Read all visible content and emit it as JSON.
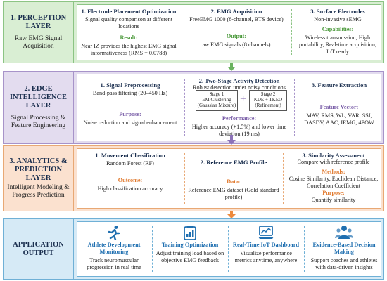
{
  "layers": [
    {
      "title": "1. PERCEPTION LAYER",
      "subtitle": "Raw EMG Signal Acquisition",
      "columns": [
        {
          "title": "1. Electrode Placement Optimization",
          "text": "Signal quality comparison at different locations",
          "highlight_label": "Result:",
          "highlight_text": "Near IZ provides the highest EMG signal informativeness (RMS = 0.0788)"
        },
        {
          "title": "2. EMG Acquisition",
          "text": "FreeEMG 1000 (8-channel, BTS device)",
          "highlight_label": "Output:",
          "highlight_text": "aw EMG signals (8 channels)"
        },
        {
          "title": "3. Surface Electrodes",
          "text": "Non-invasive sEMG",
          "highlight_label": "Capabilities:",
          "highlight_text": "Wireless transmission, High portability, Real-time acquisition, IoT ready"
        }
      ]
    },
    {
      "title": "2. EDGE INTELLIGENCE LAYER",
      "subtitle": "Signal Processing & Feature Engineering",
      "columns": [
        {
          "title": "1. Signal Preprocessing",
          "text": "Band-pass filtering (20–450 Hz)",
          "highlight_label": "Purpose:",
          "highlight_text": "Noise reduction and signal enhancement"
        },
        {
          "title": "2. Two-Stage Activity Detection",
          "text": "Robust detection under noisy conditions",
          "stage1": "Stage 1\nEM Clustering\n(Gaussian Mixture)",
          "stage2": "Stage 2\nKDE + TKEO\n(Refinement)",
          "highlight_label": "Performance:",
          "highlight_text": "Higher accuracy (+1.5%) and lower time deviation (19 ms)"
        },
        {
          "title": "3. Feature Extraction",
          "text": "",
          "highlight_label": "Feature Vector:",
          "highlight_text": "MAV, RMS, WL, VAR, SSI, DASDV, AAC, IEMG, 4POW"
        }
      ]
    },
    {
      "title": "3. ANALYTICS & PREDICTION LAYER",
      "subtitle": "Intelligent Modeling & Progress Prediction",
      "columns": [
        {
          "title": "1. Movement Classification",
          "text": "Random Forest (RF)",
          "highlight_label": "Outcome:",
          "highlight_text": "High classification accuracy"
        },
        {
          "title": "2. Reference EMG Profile",
          "text": "",
          "highlight_label": "Data:",
          "highlight_text": "Reference EMG dataset (Gold standard profile)"
        },
        {
          "title": "3. Similarity Assessment",
          "text": "Compare with reference profile",
          "highlight_label": "Methods:",
          "highlight_text": "Cosine Similarity, Euclidean Distance, Correlation Coefficient",
          "highlight_label2": "Purpose:",
          "highlight_text2": "Quantify similarity"
        }
      ]
    },
    {
      "title": "APPLICATION OUTPUT",
      "subtitle": "",
      "columns": [
        {
          "icon": "runner-icon",
          "title": "Athlete Development Monitoring",
          "text": "Track neuromuscular progression in real time"
        },
        {
          "icon": "clipboard-chart-icon",
          "title": "Training Optimization",
          "text": "Adjust training load based on objective EMG feedback"
        },
        {
          "icon": "laptop-dashboard-icon",
          "title": "Real-Time IoT Dashboard",
          "text": "Visualize performance metrics anytime, anywhere"
        },
        {
          "icon": "people-icon",
          "title": "Evidence-Based Decision Making",
          "text": "Support coaches and athletes with data-driven insights"
        }
      ]
    }
  ],
  "colors": {
    "perception": "#d9eed3",
    "edge": "#e3dcef",
    "analytics": "#fbe1cf",
    "application": "#d6eaf6",
    "arrow_green": "#6ab35f",
    "arrow_purple": "#8c72b8",
    "arrow_orange": "#ee8a3c"
  }
}
